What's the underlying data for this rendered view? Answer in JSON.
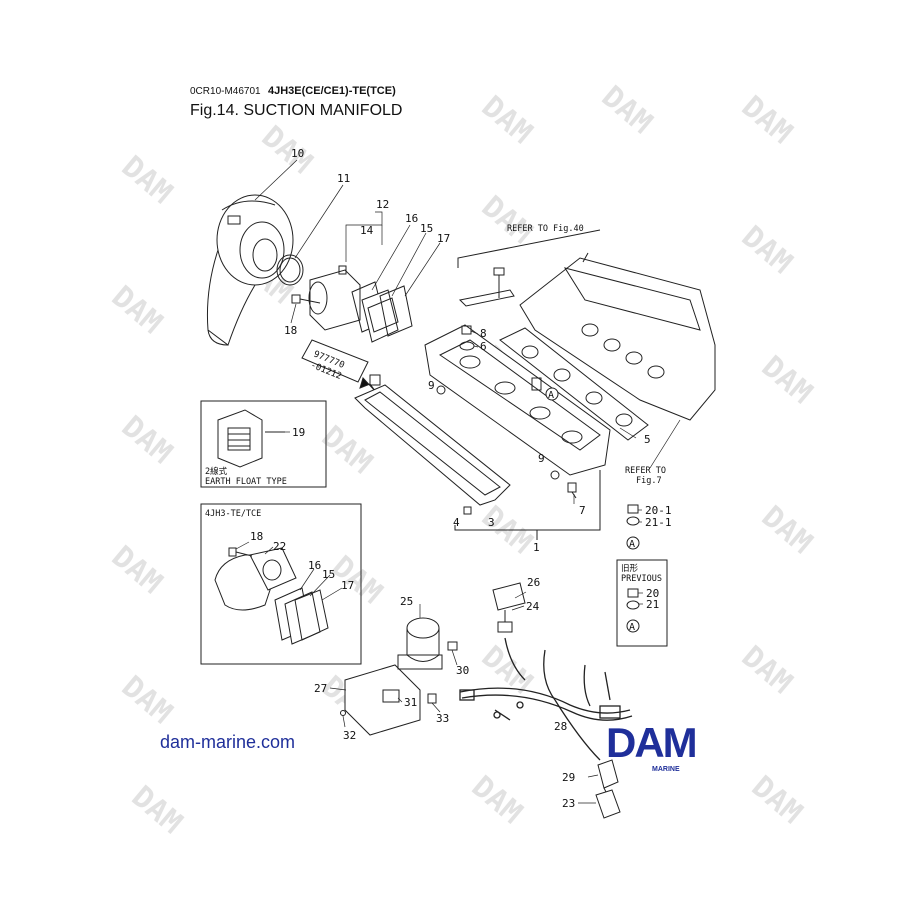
{
  "header": {
    "code": "0CR10-M46701",
    "model": "4JH3E(CE/CE1)-TE(TCE)",
    "title": "Fig.14.  SUCTION MANIFOLD"
  },
  "footer": {
    "website": "dam-marine.com",
    "logo_text": "DAM",
    "logo_sub": "MARINE"
  },
  "watermark": "DAM",
  "refs": {
    "fig40": "REFER TO Fig.40",
    "fig7_line1": "REFER TO",
    "fig7_line2": "Fig.7"
  },
  "insets": {
    "earth": {
      "jp": "2線式",
      "label": "EARTH FLOAT TYPE"
    },
    "te": {
      "label": "4JH3-TE/TCE"
    },
    "previous": {
      "jp": "旧形",
      "label": "PREVIOUS"
    }
  },
  "label_plate": {
    "line1": "977770",
    "line2": "-01212"
  },
  "callout_marker": "A",
  "callouts": {
    "c10": "10",
    "c11": "11",
    "c12": "12",
    "c14": "14",
    "c16": "16",
    "c15": "15",
    "c17": "17",
    "c18": "18",
    "c8": "8",
    "c6": "6",
    "c9a": "9",
    "c9b": "9",
    "c5": "5",
    "c19": "19",
    "c7": "7",
    "c4": "4",
    "c3": "3",
    "c1": "1",
    "c20_1": "20-1",
    "c21_1": "21-1",
    "i18": "18",
    "i22": "22",
    "i16": "16",
    "i15": "15",
    "i17": "17",
    "c26": "26",
    "c24": "24",
    "c25": "25",
    "c30": "30",
    "c27": "27",
    "c31": "31",
    "c33": "33",
    "c32": "32",
    "c28": "28",
    "c20": "20",
    "c21": "21",
    "c29": "29",
    "c23": "23"
  },
  "colors": {
    "brand_blue": "#1f2f9a",
    "line": "#222222",
    "watermark": "#dddddd"
  }
}
